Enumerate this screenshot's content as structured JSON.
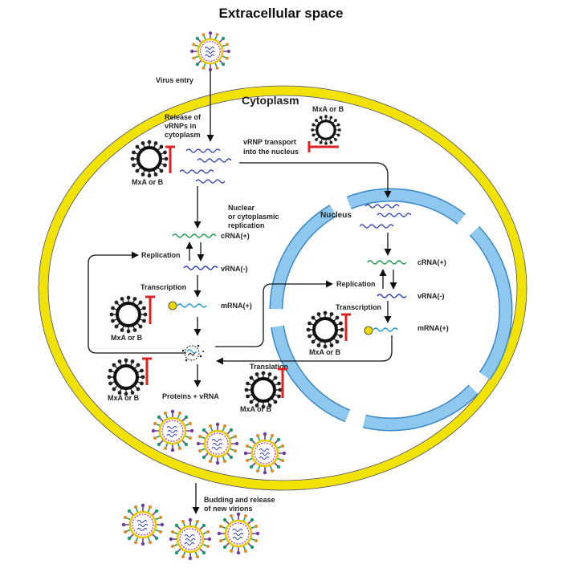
{
  "title": "Extracellular space",
  "compartments": {
    "cytoplasm": "Cytoplasm",
    "nucleus": "Nucleus"
  },
  "steps": {
    "virus_entry": "Virus entry",
    "release_vrnps": [
      "Release of",
      "vRNPs in",
      "cytoplasm"
    ],
    "vrnp_transport": [
      "vRNP transport",
      "into the nucleus"
    ],
    "nuclear_or_cyto_replication": [
      "Nuclear",
      "or cytoplasmic",
      "replication"
    ],
    "replication": "Replication",
    "transcription": "Transcription",
    "translation": "Translation",
    "proteins_vrna": "Proteins + vRNA",
    "budding": [
      "Budding and release",
      "of new virions"
    ]
  },
  "rna_species": {
    "crna": "cRNA(+)",
    "vrna": "vRNA(-)",
    "mrna": "mRNA(+)"
  },
  "inhibitor_label": "MxA or B",
  "colors": {
    "cell_membrane": "#f2e200",
    "nuclear_envelope": "#8ec8ee",
    "nuclear_envelope_stroke": "#3a86c6",
    "crna": "#1a9a4a",
    "vrna": "#2a3bb0",
    "mrna": "#1a9ad6",
    "cap": "#f2d800",
    "inhibition": "#e02020",
    "virion_fringe": [
      "#6a3aa0",
      "#1a9a6a",
      "#e08a20"
    ]
  }
}
